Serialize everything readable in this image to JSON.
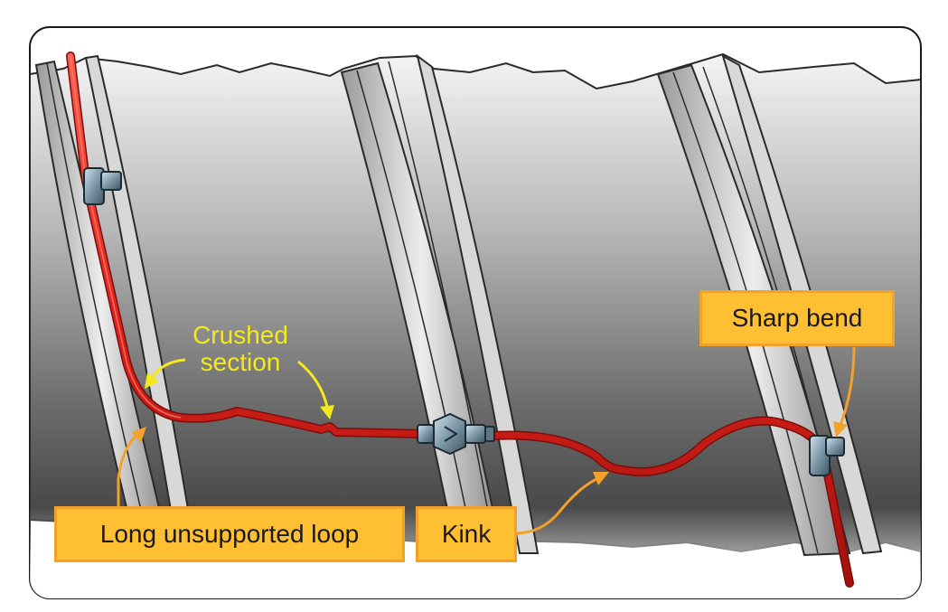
{
  "labels": {
    "crushed_line1": "Crushed",
    "crushed_line2": "section",
    "sharp_bend": "Sharp bend",
    "long_loop": "Long unsupported loop",
    "kink": "Kink"
  },
  "colors": {
    "tube": "#e0221c",
    "callout_fill": "#ffbf33",
    "callout_border": "#f4a12a",
    "crushed_text": "#f5e81c",
    "arrow_orange": "#f4a12a",
    "arrow_yellow": "#f5e81c",
    "frame": "#1a1a1a"
  }
}
